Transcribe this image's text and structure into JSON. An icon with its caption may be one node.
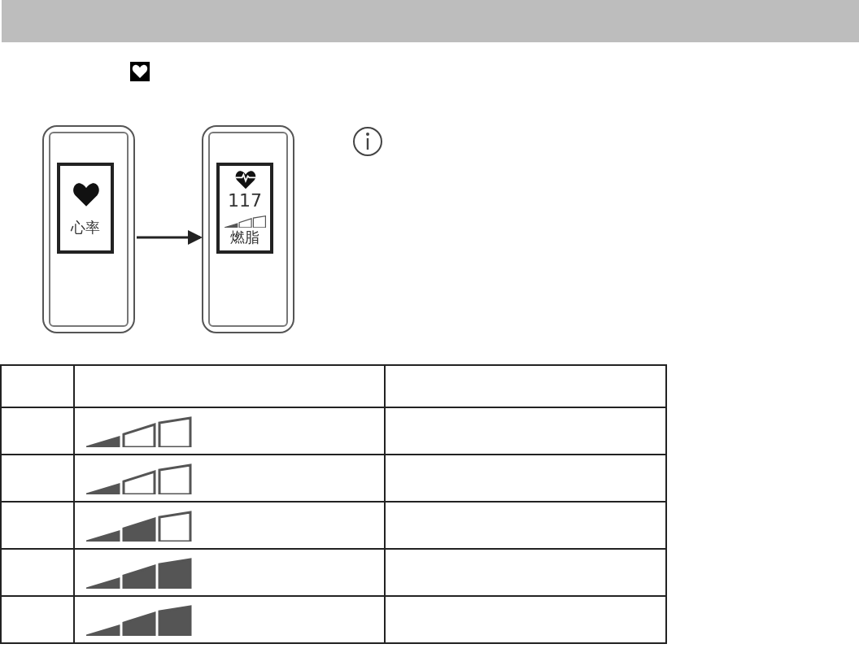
{
  "diagram": {
    "nodes": [
      {
        "text": [
          "心率"
        ]
      },
      {
        "text": [
          "117",
          "燃脂"
        ]
      }
    ],
    "edges": [
      {
        "from": 0,
        "to": 1,
        "arrow": "to"
      }
    ]
  }
}
